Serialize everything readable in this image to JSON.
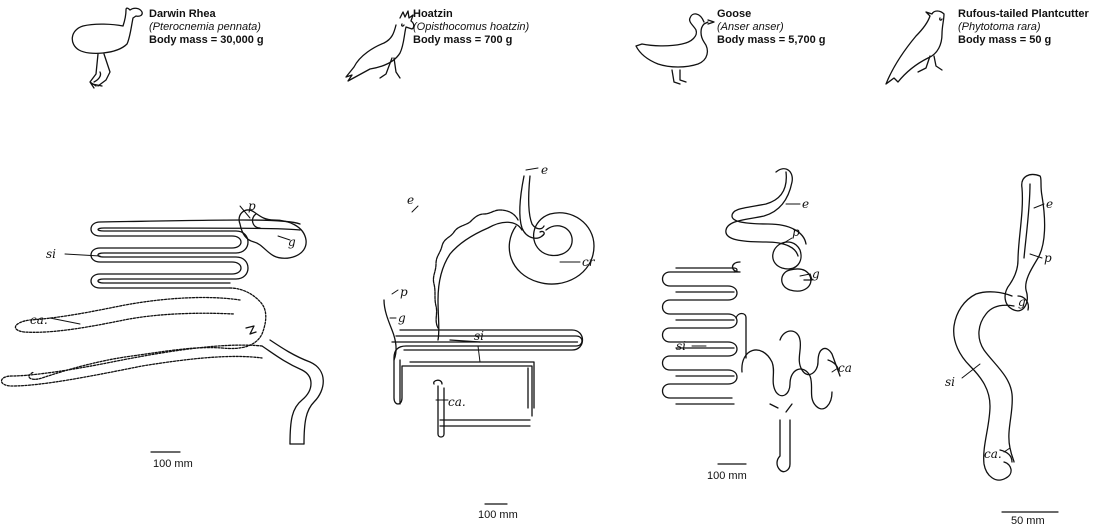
{
  "species": [
    {
      "name": "Darwin Rhea",
      "scientific": "Pterocnemia pennata",
      "mass": "Body mass = 30,000 g",
      "scale": "100 mm",
      "organs": {
        "si": "si",
        "ca": "ca.",
        "p": "p",
        "g": "g"
      }
    },
    {
      "name": "Hoatzin",
      "scientific": "Opisthocomus hoatzin",
      "mass": "Body mass = 700 g",
      "scale": "100 mm",
      "organs": {
        "e": "e",
        "cr": "cr",
        "p": "p",
        "g": "g",
        "si": "si",
        "ca": "ca."
      }
    },
    {
      "name": "Goose",
      "scientific": "Anser anser",
      "mass": "Body mass = 5,700 g",
      "scale": "100 mm",
      "organs": {
        "e": "e",
        "p": "p",
        "g": "g",
        "si": "si",
        "ca": "ca"
      }
    },
    {
      "name": "Rufous-tailed Plantcutter",
      "scientific": "Phytotoma rara",
      "mass": "Body mass = 50 g",
      "scale": "50 mm",
      "organs": {
        "e": "e",
        "p": "p",
        "g": "g",
        "si": "si",
        "ca": "ca."
      }
    }
  ]
}
